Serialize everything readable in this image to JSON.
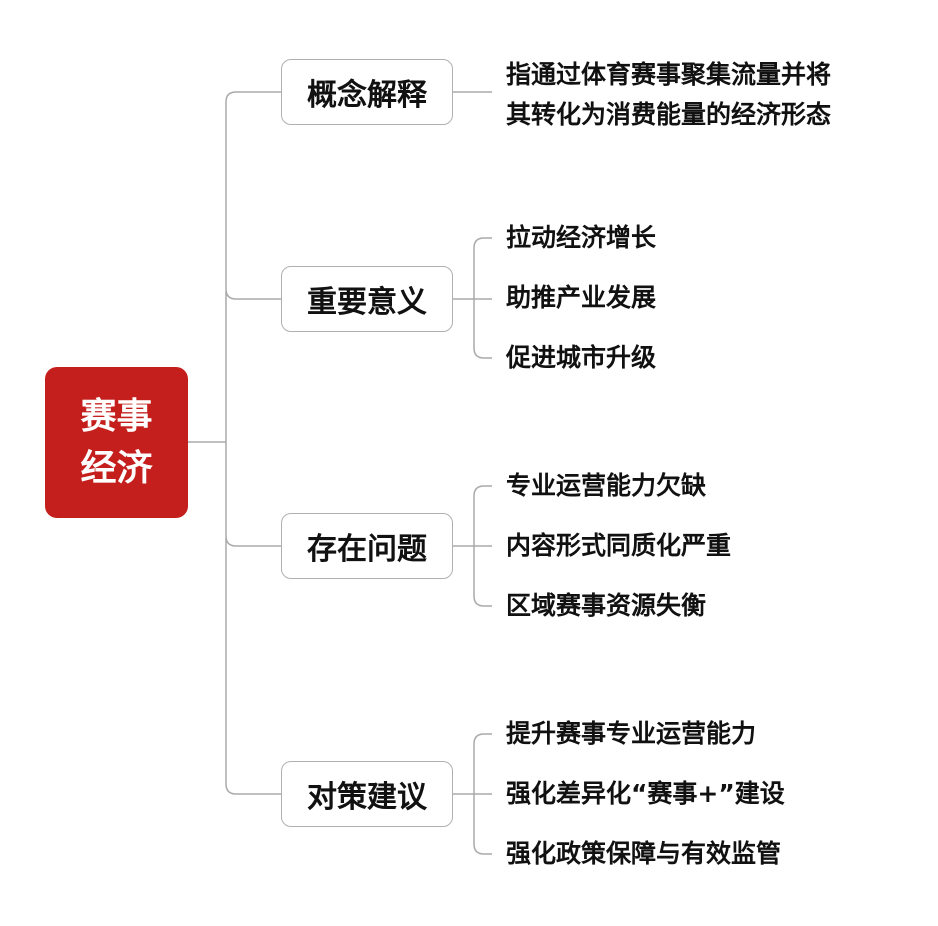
{
  "root": {
    "label": "赛事经济",
    "color": "#c41f1d"
  },
  "branches": [
    {
      "label": "概念解释",
      "children": [
        "指通过体育赛事聚集流量并将",
        "其转化为消费能量的经济形态"
      ]
    },
    {
      "label": "重要意义",
      "children": [
        "拉动经济增长",
        "助推产业发展",
        "促进城市升级"
      ]
    },
    {
      "label": "存在问题",
      "children": [
        "专业运营能力欠缺",
        "内容形式同质化严重",
        "区域赛事资源失衡"
      ]
    },
    {
      "label": "对策建议",
      "children": [
        "提升赛事专业运营能力",
        "强化差异化“赛事+”建设",
        "强化政策保障与有效监管"
      ]
    }
  ]
}
